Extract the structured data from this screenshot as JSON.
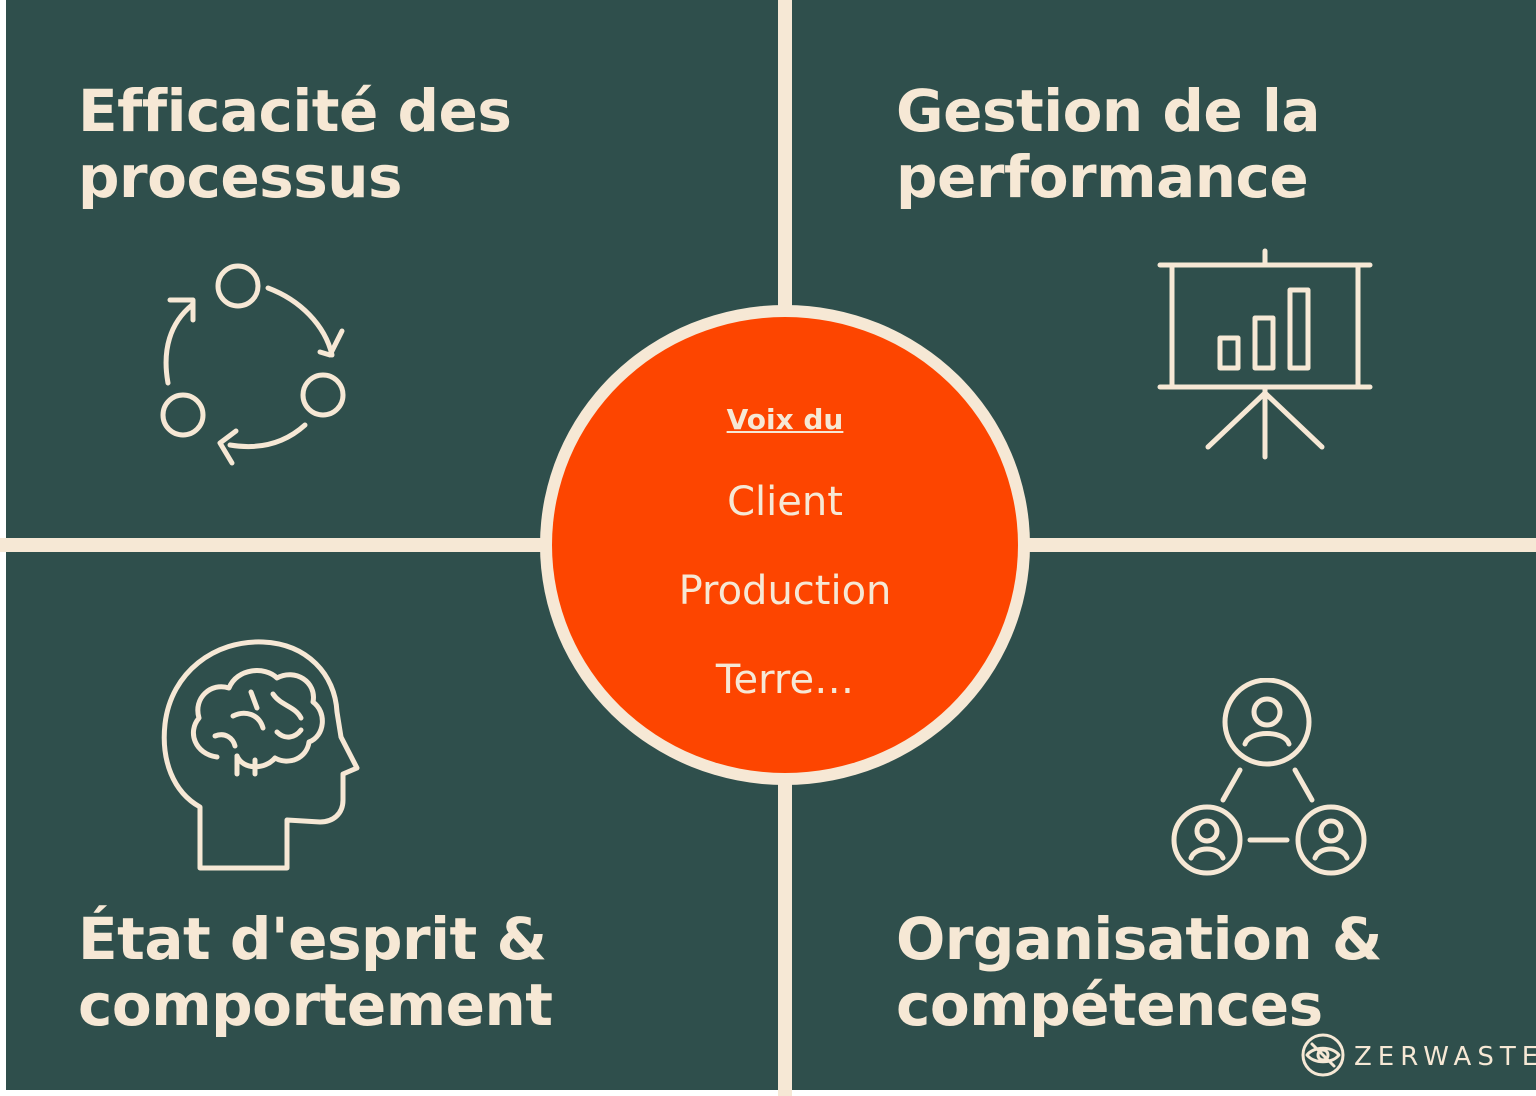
{
  "quadrants": {
    "top_left": {
      "title_line1": "Efficacité des",
      "title_line2": "processus",
      "icon": "cycle-arrows-icon"
    },
    "top_right": {
      "title_line1": "Gestion de la",
      "title_line2": "performance",
      "icon": "presentation-board-chart-icon"
    },
    "bottom_left": {
      "title_line1": "État d'esprit &",
      "title_line2": "comportement",
      "icon": "head-brain-icon"
    },
    "bottom_right": {
      "title_line1": "Organisation &",
      "title_line2": "compétences",
      "icon": "team-network-icon"
    }
  },
  "center": {
    "heading": "Voix du",
    "items": [
      "Client",
      "Production",
      "Terre…"
    ]
  },
  "logo": {
    "text": "ZERWASTE",
    "icon": "eye-logo-icon"
  },
  "colors": {
    "background_panel": "#2f4f4c",
    "cream": "#f6e8d5",
    "accent_orange": "#fd4500"
  }
}
